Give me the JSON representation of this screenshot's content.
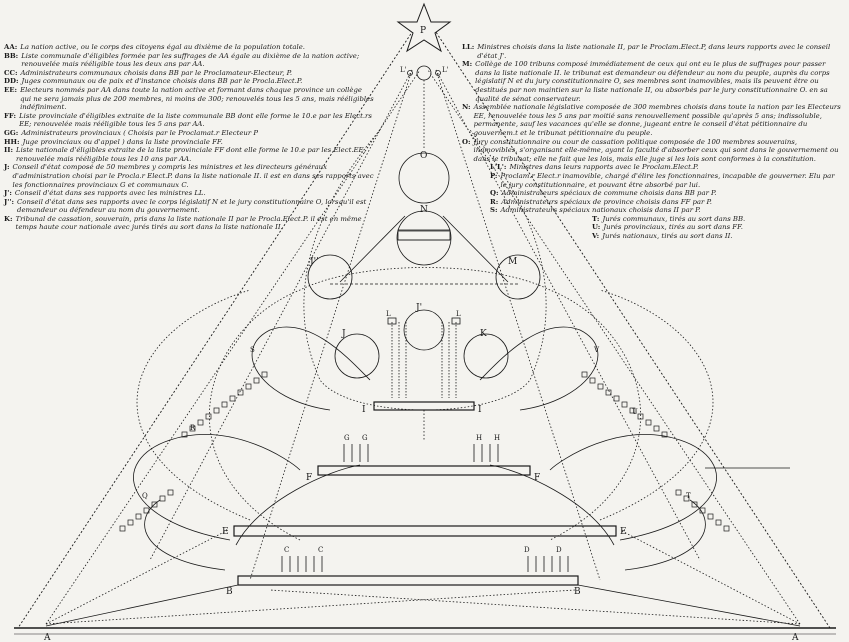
{
  "legend_left": [
    {
      "key": "AA:",
      "text": "La nation active, ou le corps des citoyens égal au dixième de la population totale."
    },
    {
      "key": "BB:",
      "text": "Liste communale d'éligibles formée par les suffrages de AA égale au dixième de la nation active; renouvelée mais rééligible tous les deux ans par AA."
    },
    {
      "key": "CC:",
      "text": "Administrateurs communaux choisis dans BB par le Proclamateur-Electeur, P."
    },
    {
      "key": "DD:",
      "text": "Juges communaux ou de paix et d'instance choisis dans BB par le Procla.Elect.P."
    },
    {
      "key": "EE:",
      "text": "Electeurs nommés par AA dans toute la nation active et formant dans chaque province un collège qui ne sera jamais plus de 200 membres, ni moins de 300; renouvelés tous les 5 ans, mais rééligibles indéfiniment."
    },
    {
      "key": "FF:",
      "text": "Liste provinciale d'éligibles extraite de la liste communale BB dont elle forme le 10.e par les Elect.rs EE; renouvelée mais rééligible tous les 5 ans par AA."
    },
    {
      "key": "GG:",
      "text": "Administrateurs provinciaux ( Choisis par le Proclamat.r Electeur P"
    },
    {
      "key": "HH:",
      "text": "Juge provinciaux ou d'appel ) dans la liste provinciale FF."
    },
    {
      "key": "II:",
      "text": "Liste nationale d'éligibles extraite de la liste provinciale FF dont elle forme le 10.e par les Elect.EE, renouvelée mais rééligible tous les 10 ans par AA."
    },
    {
      "key": "J:",
      "text": "Conseil d'état composé de 50 membres y compris les ministres et les directeurs généraux d'administration choisi par le Procla.r Elect.P. dans la liste nationale II. il est en dans ses rapports avec les fonctionnaires provinciaux G et communaux C."
    },
    {
      "key": "J':",
      "text": "Conseil d'état dans ses rapports avec les ministres LL."
    },
    {
      "key": "J'':",
      "text": "Conseil d'état dans ses rapports avec le corps législatif N et le jury constitutionnaire O, lorsqu'il est demandeur ou défendeur au nom du gouvernement."
    },
    {
      "key": "K:",
      "text": "Tribunal de cassation, souverain, pris dans la liste nationale II par le Procla.Elect.P. il est en même temps haute cour nationale avec jurés tirés au sort dans la liste nationale II."
    }
  ],
  "legend_right": [
    {
      "key": "LL:",
      "text": "Ministres choisis dans la liste nationale II, par le Proclam.Elect.P, dans leurs rapports avec le conseil d'état J'.",
      "indent": ""
    },
    {
      "key": "M:",
      "text": "Collège de 100 tribuns composé immédiatement de ceux qui ont eu le plus de suffrages pour passer dans la liste nationale II. le tribunat est demandeur ou défendeur au nom du peuple, auprès du corps législatif N et du jury constitutionnaire O, ses membres sont inamovibles, mais ils peuvent être ou destitués par non maintien sur la liste nationale II, ou absorbés par le jury constitutionnaire O. en sa qualité de sénat conservateur.",
      "indent": ""
    },
    {
      "key": "N:",
      "text": "Assemblée nationale législative composée de 300 membres choisis dans toute la nation par les Electeurs EE, renouvelée tous les 5 ans par moitié sans renouvellement possible qu'après 5 ans; indissoluble, permanente, sauf les vacances qu'elle se donne, jugeant entre le conseil d'état pétitionnaire du gouvernem.t et le tribunat pétitionnaire du peuple.",
      "indent": ""
    },
    {
      "key": "O:",
      "text": "Jury constitutionnaire ou cour de cassation politique composée de 100 membres souverains, inamovibles, s'organisant elle-même, ayant la faculté d'absorber ceux qui sont dans le gouvernement ou dans le tribunat; elle ne fait que les lois, mais elle juge si les lois sont conformes à la constitution.",
      "indent": ""
    },
    {
      "key": "L'L':",
      "text": "Ministres dans leurs rapports avec le Proclam.Elect.P.",
      "indent": "indent"
    },
    {
      "key": "P:",
      "text": "Proclam.r Elect.r inamovible, chargé d'élire les fonctionnaires, incapable de gouverner. Elu par le jury constitutionnaire, et pouvant être absorbé par lui.",
      "indent": "indent"
    },
    {
      "key": "Q:",
      "text": "Administrateurs spéciaux de commune choisis dans BB par P.",
      "indent": "indent"
    },
    {
      "key": "R:",
      "text": "Administrateurs spéciaux de province choisis dans FF par P.",
      "indent": "indent"
    },
    {
      "key": "S:",
      "text": "Administrateurs spéciaux nationaux choisis dans II par P.",
      "indent": "indent"
    },
    {
      "key": "T:",
      "text": "Jurés communaux, tirés au sort dans BB.",
      "indent": "indent2"
    },
    {
      "key": "U:",
      "text": "Jurés provinciaux, tirés au sort dans FF.",
      "indent": "indent2"
    },
    {
      "key": "V:",
      "text": "Jurés nationaux, tirés au sort dans II.",
      "indent": "indent2"
    }
  ],
  "labels": {
    "star": "P",
    "o": "O",
    "n": "N",
    "j2": "J''",
    "m": "M",
    "j1": "J'",
    "j": "J",
    "k": "K",
    "l1": "L",
    "l2": "L",
    "lp1": "L'",
    "lp2": "L'",
    "i_left": "I",
    "i_right": "I",
    "g1": "G",
    "g2": "G",
    "h1": "H",
    "h2": "H",
    "f_left": "F",
    "f_right": "F",
    "e_left": "E",
    "e_right": "E",
    "c1": "C",
    "c2": "C",
    "d1": "D",
    "d2": "D",
    "b_left": "B",
    "b_right": "B",
    "a_left": "A",
    "a_right": "A",
    "s": "S",
    "v": "V",
    "r": "R",
    "u": "U",
    "q": "Q",
    "t": "T"
  }
}
